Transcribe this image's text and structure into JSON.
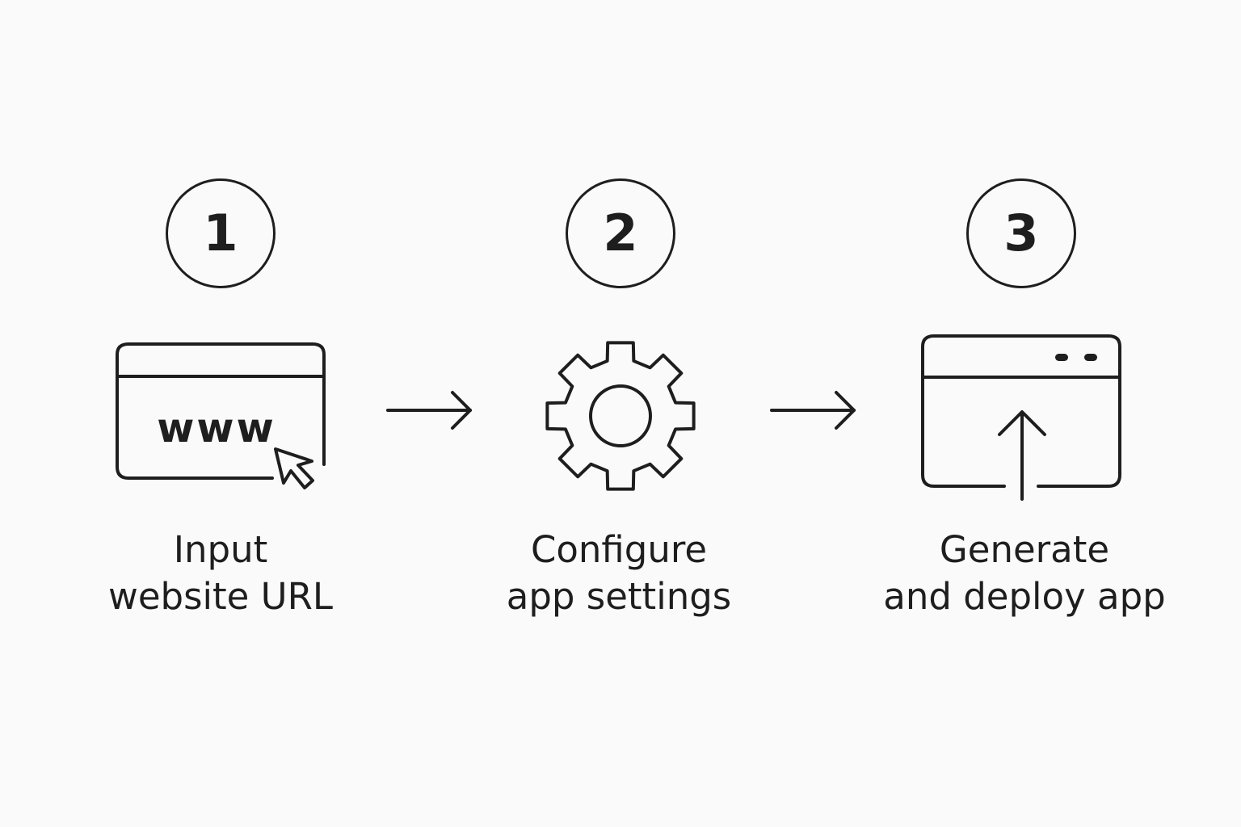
{
  "steps": [
    {
      "number": "1",
      "label_line1": "Input",
      "label_line2": "website URL",
      "icon": "browser-www-cursor-icon",
      "icon_text": "www"
    },
    {
      "number": "2",
      "label_line1": "Configure",
      "label_line2": "app settings",
      "icon": "gear-icon"
    },
    {
      "number": "3",
      "label_line1": "Generate",
      "label_line2": "and deploy app",
      "icon": "browser-upload-icon"
    }
  ],
  "connectors": [
    "arrow-right-icon",
    "arrow-right-icon"
  ],
  "colors": {
    "background": "#fafafa",
    "stroke": "#1e1e1e"
  }
}
